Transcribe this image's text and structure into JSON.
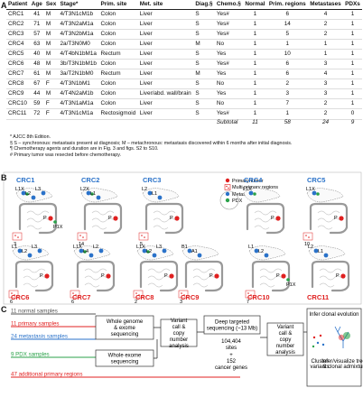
{
  "panel_a": {
    "letter": "A",
    "headers": [
      "Patient",
      "Age",
      "Sex",
      "Stage*",
      "Prim. site",
      "Met. site",
      "Diag.§",
      "Chemo.§",
      "Normal",
      "Prim. regions",
      "Metastases",
      "PDXs"
    ],
    "rows": [
      [
        "CRC1",
        "41",
        "M",
        "4/T3N1cM1b",
        "Colon",
        "Liver",
        "S",
        "Yes#",
        "1",
        "6",
        "4",
        "1"
      ],
      [
        "CRC2",
        "71",
        "M",
        "4/T3N2aM1a",
        "Colon",
        "Liver",
        "S",
        "Yes#",
        "1",
        "14",
        "2",
        "1"
      ],
      [
        "CRC3",
        "57",
        "M",
        "4/T3N2bM1a",
        "Colon",
        "Liver",
        "S",
        "Yes#",
        "1",
        "5",
        "2",
        "1"
      ],
      [
        "CRC4",
        "63",
        "M",
        "2a/T3N0M0",
        "Colon",
        "Liver",
        "M",
        "No",
        "1",
        "1",
        "1",
        "1"
      ],
      [
        "CRC5",
        "40",
        "M",
        "4/T4bN1bM1a",
        "Rectum",
        "Liver",
        "S",
        "Yes",
        "1",
        "10",
        "1",
        "1"
      ],
      [
        "CRC6",
        "48",
        "M",
        "3b/T3N1bM1b",
        "Colon",
        "Liver",
        "S",
        "Yes#",
        "1",
        "6",
        "3",
        "1"
      ],
      [
        "CRC7",
        "61",
        "M",
        "3a/T2N1bM0",
        "Rectum",
        "Liver",
        "M",
        "Yes",
        "1",
        "6",
        "4",
        "1"
      ],
      [
        "CRC8",
        "67",
        "F",
        "4/T3N1bM1",
        "Colon",
        "Liver",
        "S",
        "No",
        "1",
        "2",
        "3",
        "1"
      ],
      [
        "CRC9",
        "44",
        "M",
        "4/T4N2aM1b",
        "Colon",
        "Liver/abd. wall/brain",
        "S",
        "Yes",
        "1",
        "3",
        "3",
        "1"
      ],
      [
        "CRC10",
        "59",
        "F",
        "4/T3N1aM1a",
        "Colon",
        "Liver",
        "S",
        "No",
        "1",
        "7",
        "2",
        "1"
      ],
      [
        "CRC11",
        "72",
        "F",
        "4/T3N1cM1a",
        "Rectosigmoid",
        "Liver",
        "S",
        "Yes#",
        "1",
        "1",
        "2",
        "0"
      ]
    ],
    "subtotal_label": "Subtotal",
    "subtotal": [
      "11",
      "58",
      "24",
      "9"
    ],
    "footnotes": [
      "* AJCC 8th Edition.",
      "§ S – synchronous: metastasis present at diagnosis; M – metachronous: metastasis discovered within 6 months after initial diagnosis.",
      "¶ Chemotherapy agents and duration are in Fig. 3 and figs. S2 to S10.",
      "# Primary tumor was resected before chemotherapy."
    ]
  },
  "panel_b": {
    "letter": "B",
    "legend": [
      "Primary tumor",
      "Multi primary regions",
      "Metastasis",
      "PDX"
    ],
    "patients": [
      {
        "id": "CRC1",
        "labels": [
          "L1X",
          "L2",
          "L3",
          "P1X",
          "P",
          "3"
        ]
      },
      {
        "id": "CRC2",
        "labels": [
          "L2X",
          "L1",
          "P",
          "14"
        ]
      },
      {
        "id": "CRC3",
        "labels": [
          "L2",
          "L1",
          "P",
          "5"
        ]
      },
      {
        "id": "CRC4",
        "labels": [
          "L1X",
          "P"
        ]
      },
      {
        "id": "CRC5",
        "labels": [
          "L1X",
          "P",
          "10"
        ]
      },
      {
        "id": "CRC6",
        "labels": [
          "L1",
          "L2",
          "L3",
          "P",
          "6"
        ]
      },
      {
        "id": "CRC7",
        "labels": [
          "L1X",
          "L4",
          "L2",
          "P",
          "6"
        ]
      },
      {
        "id": "CRC8",
        "labels": [
          "L1X",
          "L2",
          "L3",
          "P",
          "2"
        ]
      },
      {
        "id": "CRC9",
        "labels": [
          "B1",
          "P",
          "A1",
          "3"
        ]
      },
      {
        "id": "CRC10",
        "labels": [
          "L1",
          "L2",
          "P1X",
          "P",
          "7"
        ]
      },
      {
        "id": "CRC11",
        "labels": [
          "L2",
          "L1",
          "P"
        ]
      }
    ]
  },
  "panel_c": {
    "letter": "C",
    "samples": [
      {
        "text": "11 normal samples",
        "color": "#555555"
      },
      {
        "text": "11 primary samples",
        "color": "#e02020"
      },
      {
        "text": "24 metastasis samples",
        "color": "#2a72c9"
      },
      {
        "text": "9 PDX samples",
        "color": "#2ba24a"
      },
      {
        "text": "47 additional primary regions",
        "color": "#e02020"
      }
    ],
    "box_wgs": "Whole genome & exome sequencing",
    "box_wes": "Whole exome sequencing",
    "box_variant1": "Variant call & copy number analysis",
    "box_deep": "Deep targeted sequencing (~13 Mb)",
    "sites_count": "104,404",
    "sites_label": "sites",
    "plus": "+",
    "genes_count": "152",
    "genes_label": "cancer genes",
    "box_variant2": "Variant call & copy number analysis",
    "box_infer": "Infer clonal evolution",
    "cluster_label": "Cluster variants",
    "trees_label": "Infer/visualize trees & clonal admixture"
  },
  "colors": {
    "primary": "#e02020",
    "metastasis": "#2a72c9",
    "pdx": "#2ba24a",
    "normal": "#555555"
  }
}
